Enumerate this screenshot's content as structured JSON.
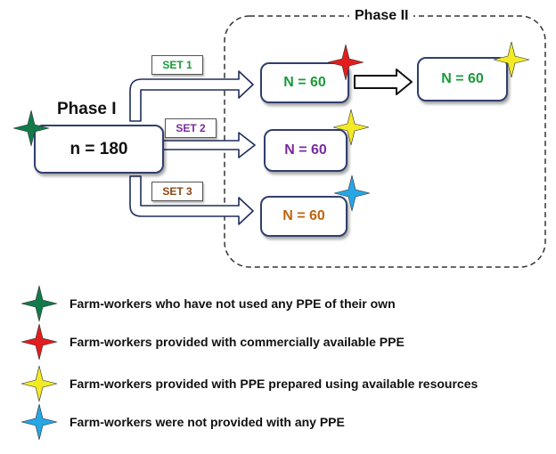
{
  "phase1": {
    "title": "Phase I",
    "count": "n = 180"
  },
  "phase2": {
    "title": "Phase II"
  },
  "sets": [
    {
      "label": "SET 1",
      "color": "#1a9a3a"
    },
    {
      "label": "SET 2",
      "color": "#7a2aa0"
    },
    {
      "label": "SET 3",
      "color": "#8b4513"
    }
  ],
  "groups": [
    {
      "label": "N = 60",
      "color": "#1a9a3a",
      "star": "#e21d1d"
    },
    {
      "label": "N = 60",
      "color": "#1a9a3a",
      "star": "#f3ea25"
    },
    {
      "label": "N = 60",
      "color": "#7a2aa0",
      "star": "#f3ea25"
    },
    {
      "label": "N = 60",
      "color": "#c0640e",
      "star": "#27a6e6"
    }
  ],
  "legend": [
    {
      "text": "Farm-workers who have not used any PPE of their own",
      "color": "#137a4a"
    },
    {
      "text": "Farm-workers provided with commercially available PPE",
      "color": "#e21d1d"
    },
    {
      "text": "Farm-workers provided with PPE prepared using available resources",
      "color": "#f3ea25"
    },
    {
      "text": "Farm-workers were not provided with any PPE",
      "color": "#27a6e6"
    }
  ],
  "colors": {
    "box_border": "#2f3f6e",
    "arrow": "#1f2d5c",
    "phase_star": "#137a4a"
  }
}
